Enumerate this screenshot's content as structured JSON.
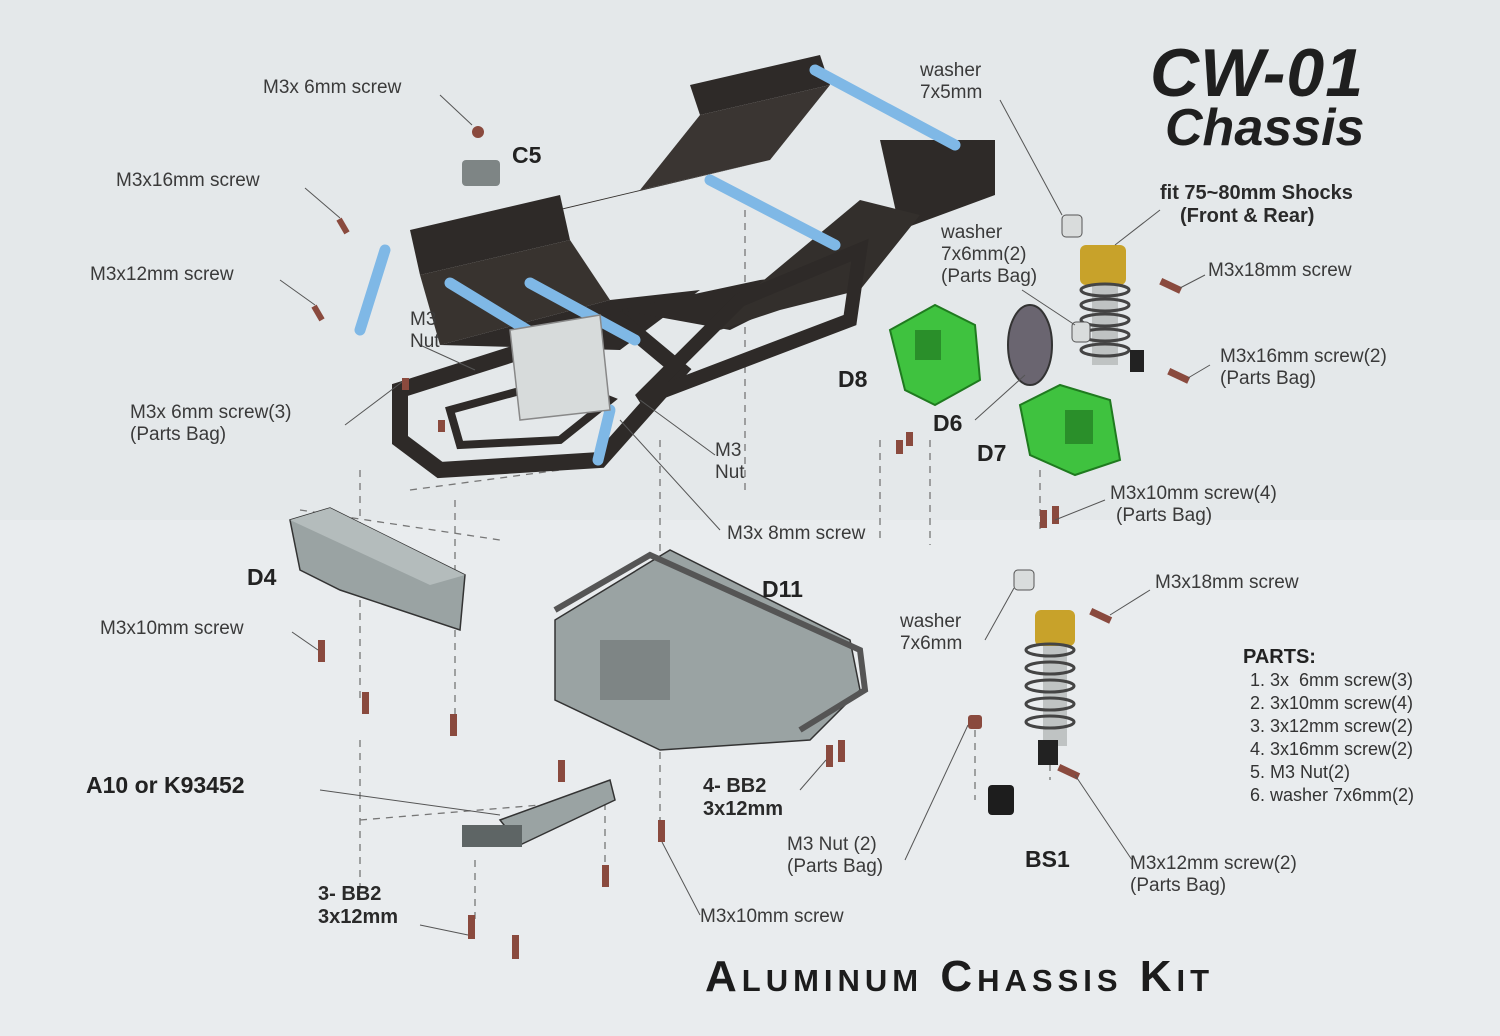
{
  "title": {
    "line1": "CW-01",
    "line2": "Chassis"
  },
  "footer": "Aluminum Chassis Kit",
  "shocks_note": {
    "line1": "fit 75~80mm Shocks",
    "line2": "(Front & Rear)"
  },
  "part_codes": {
    "c5": "C5",
    "d8": "D8",
    "d6": "D6",
    "d7": "D7",
    "d4": "D4",
    "d11": "D11",
    "bs1": "BS1",
    "a10": "A10 or K93452"
  },
  "labels": {
    "m3x6_top": "M3x 6mm screw",
    "m3x16_left": "M3x16mm screw",
    "m3x12_left": "M3x12mm screw",
    "m3nut_1": {
      "line1": "M3",
      "line2": "Nut"
    },
    "m3x6_parts": {
      "line1": "M3x 6mm screw(3)",
      "line2": "(Parts Bag)"
    },
    "m3nut_2": {
      "line1": "M3",
      "line2": "Nut"
    },
    "m3x8": "M3x 8mm screw",
    "washer_7x5": {
      "line1": "washer",
      "line2": "7x5mm"
    },
    "washer_7x6_2": {
      "line1": "washer",
      "line2": "7x6mm(2)",
      "line3": "(Parts Bag)"
    },
    "m3x18_top": "M3x18mm screw",
    "m3x16_right": {
      "line1": "M3x16mm screw(2)",
      "line2": "(Parts Bag)"
    },
    "m3x10_4": {
      "line1": "M3x10mm screw(4)",
      "line2": "(Parts Bag)"
    },
    "m3x18_mid": "M3x18mm screw",
    "washer_7x6": {
      "line1": "washer",
      "line2": "7x6mm"
    },
    "m3x10_left": "M3x10mm screw",
    "bb2_4": {
      "line1": "4- BB2",
      "line2": "3x12mm"
    },
    "bb2_3": {
      "line1": "3- BB2",
      "line2": "3x12mm"
    },
    "m3nut_parts": {
      "line1": "M3 Nut (2)",
      "line2": "(Parts Bag)"
    },
    "m3x12_right": {
      "line1": "M3x12mm screw(2)",
      "line2": "(Parts Bag)"
    },
    "m3x10_bottom": "M3x10mm screw"
  },
  "parts_list": {
    "title": "PARTS:",
    "items": [
      "1. 3x  6mm screw(3)",
      "2. 3x10mm screw(4)",
      "3. 3x12mm screw(2)",
      "4. 3x16mm screw(2)",
      "5. M3 Nut(2)",
      "6. washer 7x6mm(2)"
    ]
  },
  "colors": {
    "frame": "#2e2a28",
    "links": "#7fb8e6",
    "green": "#3fc23f",
    "screw": "#8a4a3e",
    "gray_part": "#9aa3a3",
    "shock_gold": "#c8a22a",
    "leader": "#555555"
  }
}
